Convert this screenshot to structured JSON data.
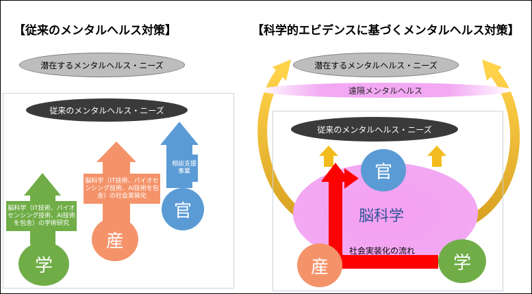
{
  "left": {
    "title": "【従来のメンタルヘルス対策】",
    "latent_needs": "潜在するメンタルヘルス・ニーズ",
    "conventional_needs": "従来のメンタルヘルス・ニーズ",
    "academia": {
      "circle_label": "学",
      "arrow_text": "脳科学（IT技術、バイオセンシング技術、AI技術を包含）の学術研究",
      "color": "#70ad47"
    },
    "industry": {
      "circle_label": "産",
      "arrow_text": "脳科学（IT技術、バイオセンシング技術、AI技術を包含）の社会実装化",
      "color": "#f4936a"
    },
    "government": {
      "circle_label": "官",
      "arrow_text": "相談支援事業",
      "color": "#5b9bd5"
    }
  },
  "right": {
    "title": "【科学的エビデンスに基づくメンタルヘルス対策】",
    "latent_needs": "潜在するメンタルヘルス・ニーズ",
    "remote_mental_health": "遠隔メンタルヘルス",
    "conventional_needs": "従来のメンタルヘルス・ニーズ",
    "brain_science": "脳科学",
    "flow_label": "社会実装化の流れ",
    "government": "官",
    "industry": "産",
    "academia": "学"
  },
  "colors": {
    "latent_ellipse": "#bdbdbd",
    "conventional_ellipse": "#3a3a3a",
    "remote_band": "#f2a8f2",
    "brain_blob": "#f6a0f2",
    "flow_arrow": "#ff0000",
    "yellow_arrow": "#f3bb1d"
  }
}
